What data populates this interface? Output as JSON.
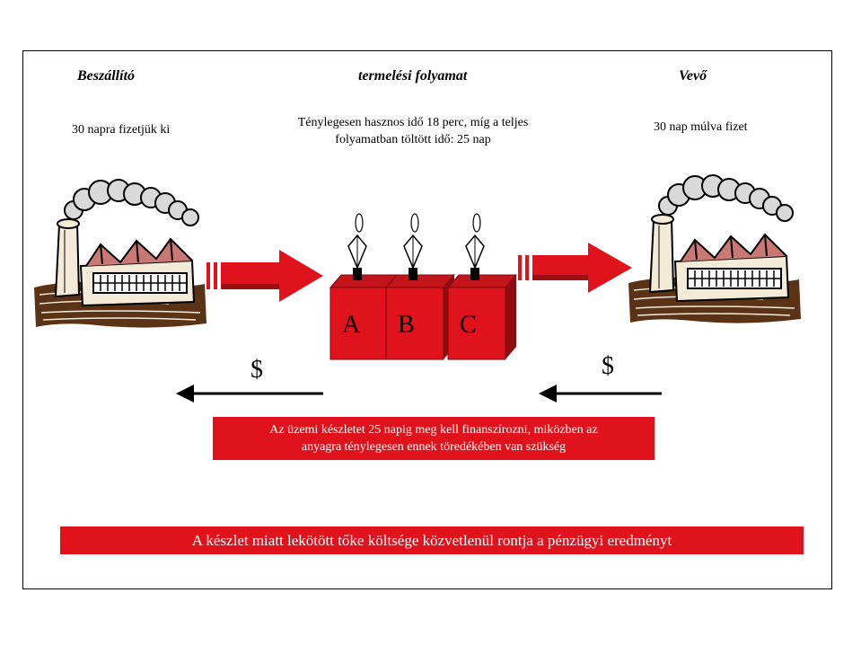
{
  "headings": {
    "supplier": "Beszállító",
    "process": "termelési folyamat",
    "customer": "Vevő"
  },
  "notes": {
    "supplier": "30 napra fizetjük ki",
    "process_line1": "Ténylegesen hasznos idő 18 perc, míg a teljes",
    "process_line2": "folyamatban töltött idő: 25 nap",
    "customer": "30 nap múlva fizet"
  },
  "machines": [
    "A",
    "B",
    "C"
  ],
  "money": {
    "left": "$",
    "right": "$"
  },
  "boxes": {
    "inventory_line1": "Az üzemi készletet  25 napig meg kell finanszírozni, miközben az",
    "inventory_line2": "anyagra ténylegesen ennek töredékében van szükség",
    "conclusion": "A készlet miatt lekötött tőke költsége közvetlenül rontja a pénzügyi eredményt"
  },
  "colors": {
    "accent_red": "#e0121b",
    "dark_red": "#9e0e12",
    "factory_beige": "#f3ead8",
    "factory_brown": "#5a3316"
  }
}
